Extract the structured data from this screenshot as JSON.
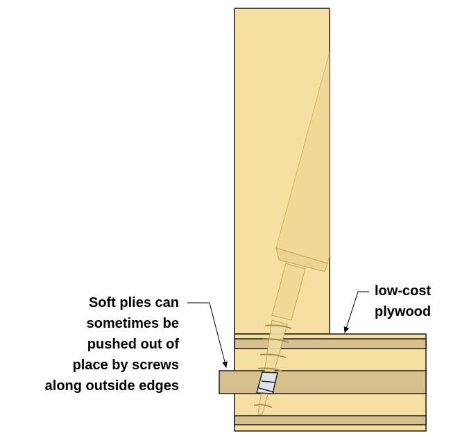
{
  "labels": {
    "left": [
      "Soft plies can",
      "sometimes be",
      "pushed out of",
      "place by screws",
      "along outside edges"
    ],
    "right": [
      "low-cost",
      "plywood"
    ]
  },
  "colors": {
    "wood_light": "#f5dfa1",
    "wood_dark": "#d6c08b",
    "outline": "#1a1a1a",
    "driver": "#efd992"
  }
}
